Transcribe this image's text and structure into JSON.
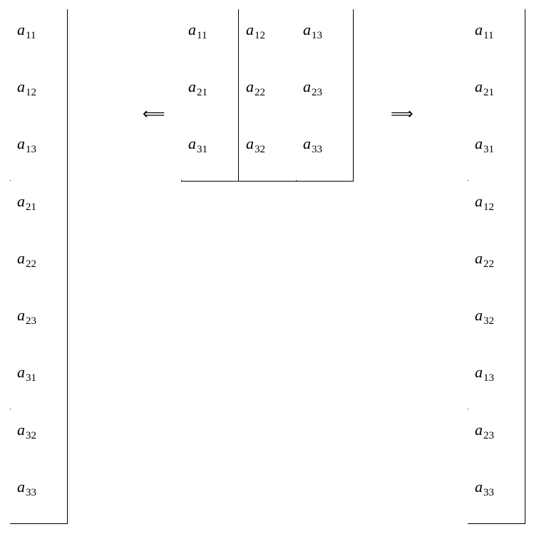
{
  "matrix": {
    "rows": [
      [
        {
          "base": "a",
          "sub": "11"
        },
        {
          "base": "a",
          "sub": "12"
        },
        {
          "base": "a",
          "sub": "13"
        }
      ],
      [
        {
          "base": "a",
          "sub": "21"
        },
        {
          "base": "a",
          "sub": "22"
        },
        {
          "base": "a",
          "sub": "23"
        }
      ],
      [
        {
          "base": "a",
          "sub": "31"
        },
        {
          "base": "a",
          "sub": "32"
        },
        {
          "base": "a",
          "sub": "33"
        }
      ]
    ]
  },
  "row_major": {
    "cells": [
      {
        "base": "a",
        "sub": "11"
      },
      {
        "base": "a",
        "sub": "12"
      },
      {
        "base": "a",
        "sub": "13"
      },
      {
        "base": "a",
        "sub": "21"
      },
      {
        "base": "a",
        "sub": "22"
      },
      {
        "base": "a",
        "sub": "23"
      },
      {
        "base": "a",
        "sub": "31"
      },
      {
        "base": "a",
        "sub": "32"
      },
      {
        "base": "a",
        "sub": "33"
      }
    ]
  },
  "column_major": {
    "cells": [
      {
        "base": "a",
        "sub": "11"
      },
      {
        "base": "a",
        "sub": "21"
      },
      {
        "base": "a",
        "sub": "31"
      },
      {
        "base": "a",
        "sub": "12"
      },
      {
        "base": "a",
        "sub": "22"
      },
      {
        "base": "a",
        "sub": "32"
      },
      {
        "base": "a",
        "sub": "13"
      },
      {
        "base": "a",
        "sub": "23"
      },
      {
        "base": "a",
        "sub": "33"
      }
    ]
  },
  "arrows": {
    "left": "⟸",
    "right": "⟹"
  }
}
